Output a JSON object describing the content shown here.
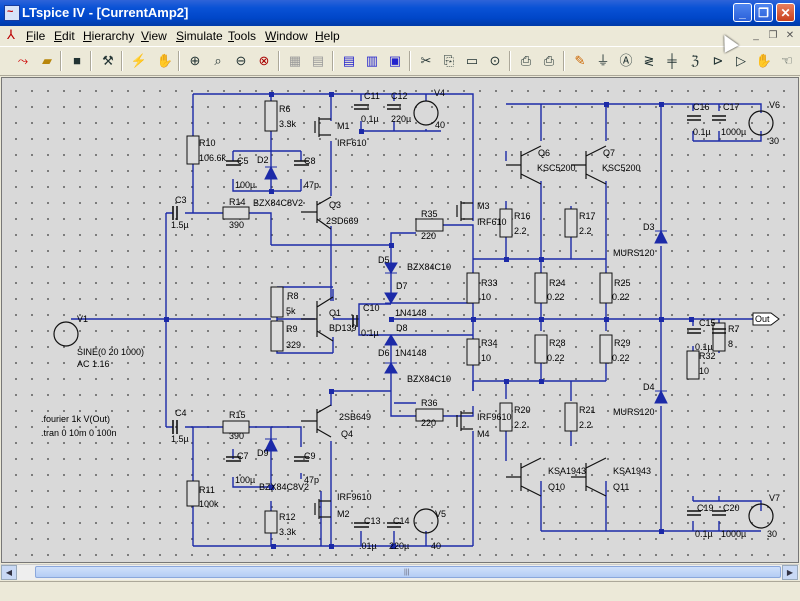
{
  "window": {
    "title": "LTspice IV - [CurrentAmp2]"
  },
  "menu": [
    "File",
    "Edit",
    "Hierarchy",
    "View",
    "Simulate",
    "Tools",
    "Window",
    "Help"
  ],
  "toolbar": {
    "icons": [
      "run-icon",
      "open-icon",
      "save-icon",
      "control-panel-icon",
      "run-sim-icon",
      "halt-icon",
      "zoom-in-icon",
      "pan-icon",
      "zoom-out-icon",
      "zoom-full-icon",
      "autorange-icon",
      "tile-horiz-icon",
      "tile-vert-icon",
      "cascade-icon",
      "cut-icon",
      "copy-icon",
      "paste-icon",
      "find-icon",
      "print-setup-icon",
      "print-icon",
      "draw-wire-icon",
      "ground-icon",
      "label-icon",
      "resistor-icon",
      "capacitor-icon",
      "inductor-icon",
      "diode-icon",
      "component-icon",
      "move-icon",
      "drag-icon"
    ]
  },
  "schematic": {
    "labels": {
      "R6": "R6",
      "R6v": "3.3k",
      "R10": "R10",
      "R10v": "106.6k",
      "C11": "C11",
      "C11v": "0.1µ",
      "C12": "C12",
      "C12v": "220µ",
      "V4": "V4",
      "V4v": "40",
      "M1": "M1",
      "M1v": "IRF610",
      "C5": "C5",
      "C5v": "100µ",
      "D2": "D2",
      "D2v": "BZX84C8V2",
      "C8": "C8",
      "C8v": "47p",
      "Q3": "Q3",
      "Q3v": "2SD669",
      "C3": "C3",
      "C3v": "1.5µ",
      "R14": "R14",
      "R14v": "390",
      "R35": "R35",
      "R35v": "220",
      "M3": "M3",
      "M3v": "IRF610",
      "D5": "D5",
      "D5v": "BZX84C10",
      "D7": "D7",
      "D7v": "1N4148",
      "R8": "R8",
      "R8v": "5k",
      "Q1": "Q1",
      "Q1v": "BD139",
      "C10": "C10",
      "C10v": "0.1µ",
      "R9": "R9",
      "R9v": "329",
      "D8": "D8",
      "D6": "D6",
      "D6v": "1N4148",
      "D6b": "BZX84C10",
      "V1": "V1",
      "V1v": "SINE(0 20 1000)",
      "V1ac": "AC 1.16",
      "four": ".fourier 1k V(Out)",
      "tran": ".tran 0 10m 0 100n",
      "C4": "C4",
      "C4v": "1.5µ",
      "R15": "R15",
      "R15v": "390",
      "Q4": "Q4",
      "Q4v": "2SB649",
      "R36": "R36",
      "R36v": "220",
      "M4": "M4",
      "M4v": "IRF9610",
      "C7": "C7",
      "C7v": "100µ",
      "D9": "D9",
      "D9v": "BZX84C8V2",
      "C9": "C9",
      "C9v": "47p",
      "R11": "R11",
      "R11v": "100k",
      "M2": "M2",
      "M2v": "IRF9610",
      "R12": "R12",
      "R12v": "3.3k",
      "C13": "C13",
      "C13v": ".01µ",
      "C14": "C14",
      "C14v": "220µ",
      "V5": "V5",
      "V5v": "40",
      "Q6": "Q6",
      "Q6v": "KSC5200",
      "Q7": "Q7",
      "Q7v": "KSC5200",
      "R16": "R16",
      "R16v": "2.2",
      "R17": "R17",
      "R17v": "2.2",
      "R33": "R33",
      "R33v": "10",
      "R24": "R24",
      "R24v": "0.22",
      "R25": "R25",
      "R25v": "0.22",
      "R34": "R34",
      "R34v": "10",
      "R28": "R28",
      "R28v": "0.22",
      "R29": "R29",
      "R29v": "0.22",
      "R20": "R20",
      "R20v": "2.2",
      "R21": "R21",
      "R21v": "2.2",
      "Q10": "Q10",
      "Q10v": "KSA1943",
      "Q11": "Q11",
      "Q11v": "KSA1943",
      "D3": "D3",
      "D3v": "MURS120",
      "D4": "D4",
      "D4v": "MURS120",
      "C16": "C16",
      "C16v": "0.1µ",
      "C17": "C17",
      "C17v": "1000µ",
      "V6": "V6",
      "V6v": "30",
      "C15": "C15",
      "C15v": "0.1µ",
      "R7": "R7",
      "R7v": "8",
      "R32": "R32",
      "R32v": "10",
      "Out": "Out",
      "C19": "C19",
      "C19v": "0.1µ",
      "C20": "C20",
      "C20v": "1000µ",
      "V7": "V7",
      "V7v": "30"
    }
  },
  "colors": {
    "wire": "#1c2aa8",
    "grid_bg": "#d9d9d9",
    "title_bar": "#0a52d6"
  }
}
